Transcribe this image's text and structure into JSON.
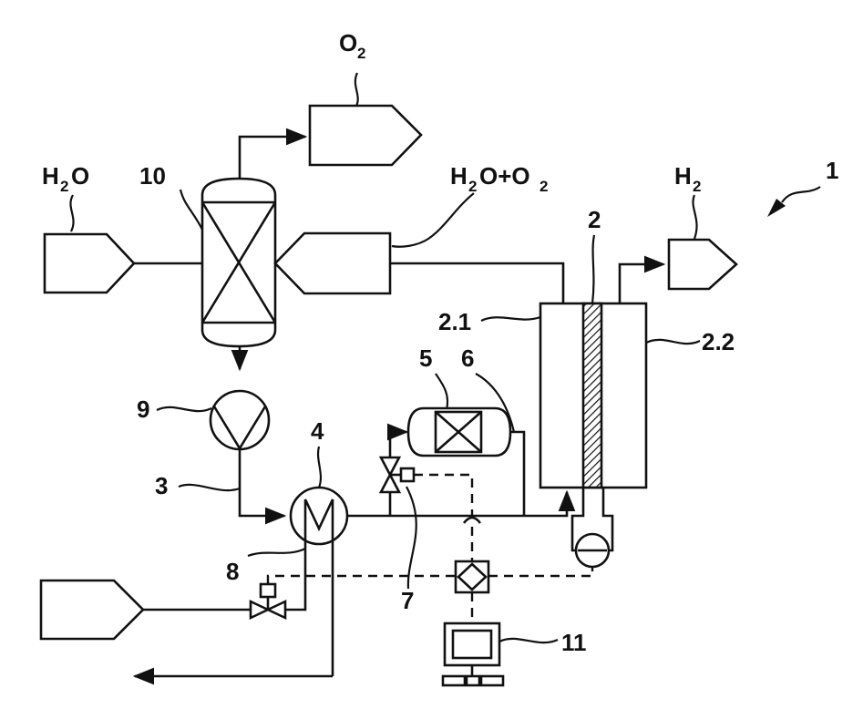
{
  "diagram": {
    "figure_ref": "1",
    "streams": {
      "h2o_in": "H",
      "h2o_in_sub": "2",
      "h2o_in_tail": "O",
      "o2_out": "O",
      "o2_out_sub": "2",
      "mix_a": "H",
      "mix_sub_a": "2",
      "mix_b": "O+O",
      "mix_sub_b": "2",
      "h2_out": "H",
      "h2_out_sub": "2"
    },
    "labels": {
      "electrolyzer": "2",
      "anode": "2.1",
      "cathode": "2.2",
      "line": "3",
      "heat_exchanger": "4",
      "filter": "5",
      "bypass": "6",
      "valve": "7",
      "cooling_line": "8",
      "pump": "9",
      "separator": "10",
      "controller": "11"
    }
  }
}
